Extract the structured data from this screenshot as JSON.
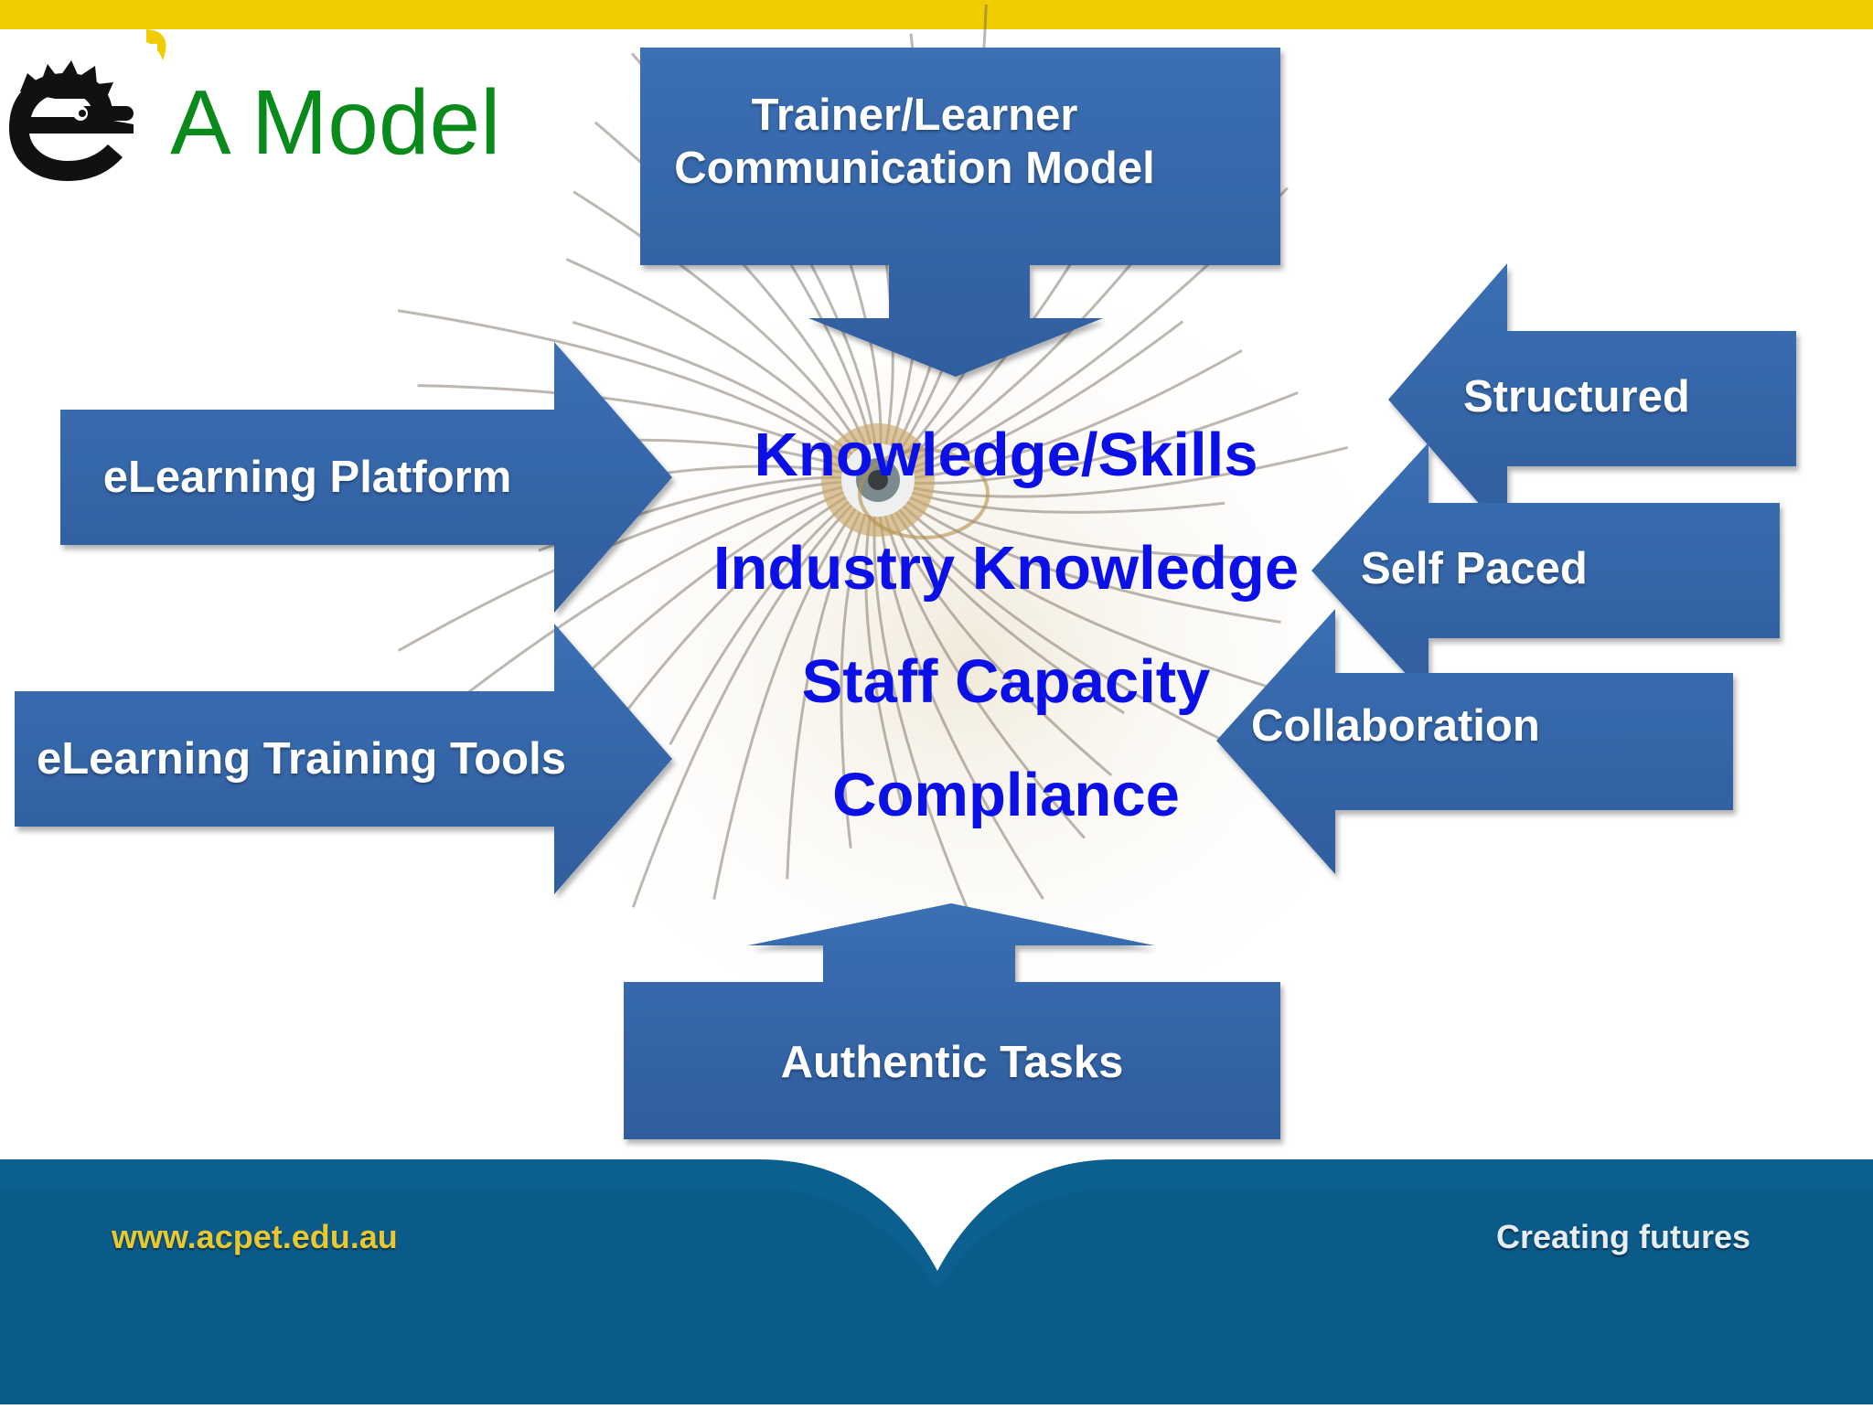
{
  "slide": {
    "title": "A Model",
    "logo_icon": "hedgehog-e-logo",
    "colors": {
      "top_band": "#f0cc00",
      "title_green": "#0b8a1c",
      "arrow_blue": "#3a70b8",
      "center_text_blue": "#0a10e6",
      "footer_blue": "#0a5a8a",
      "footer_url": "#e8c830"
    }
  },
  "inputs": {
    "top": "Trainer/Learner\nCommunication Model",
    "left_top": "eLearning Platform",
    "left_bottom": "eLearning Training Tools",
    "right_top": "Structured",
    "right_middle": "Self Paced",
    "right_bottom": "Collaboration",
    "bottom": "Authentic Tasks"
  },
  "outcomes": [
    "Knowledge/Skills",
    "Industry Knowledge",
    "Staff Capacity",
    "Compliance"
  ],
  "footer": {
    "url": "www.acpet.edu.au",
    "tagline": "Creating futures"
  }
}
